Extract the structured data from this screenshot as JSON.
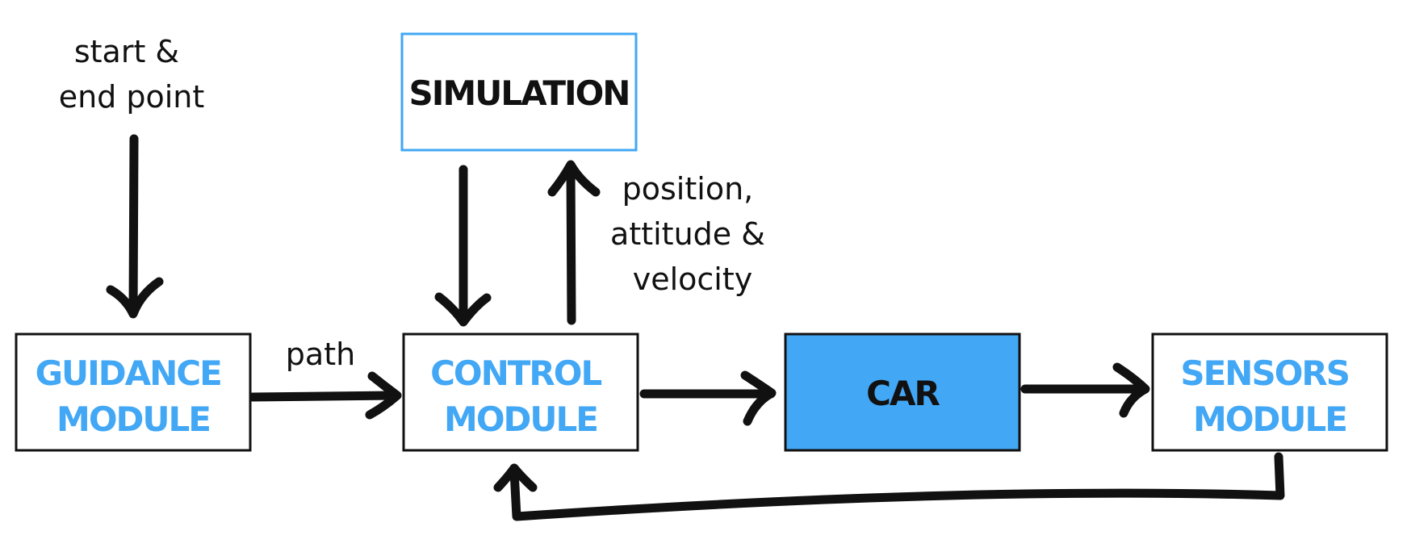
{
  "colors": {
    "accent_blue": "#42a7f4",
    "ink": "#111111",
    "box_fill": "#ffffff"
  },
  "nodes": {
    "simulation": {
      "lines": [
        "SIMULATION"
      ]
    },
    "guidance": {
      "lines": [
        "GUIDANCE",
        "MODULE"
      ]
    },
    "control": {
      "lines": [
        "CONTROL",
        "MODULE"
      ]
    },
    "car": {
      "lines": [
        "CAR"
      ]
    },
    "sensors": {
      "lines": [
        "SENSORS",
        "MODULE"
      ]
    }
  },
  "edge_labels": {
    "start_end": [
      "start &",
      "end point"
    ],
    "path": [
      "path"
    ],
    "state": [
      "position,",
      "attitude &",
      "velocity"
    ]
  }
}
